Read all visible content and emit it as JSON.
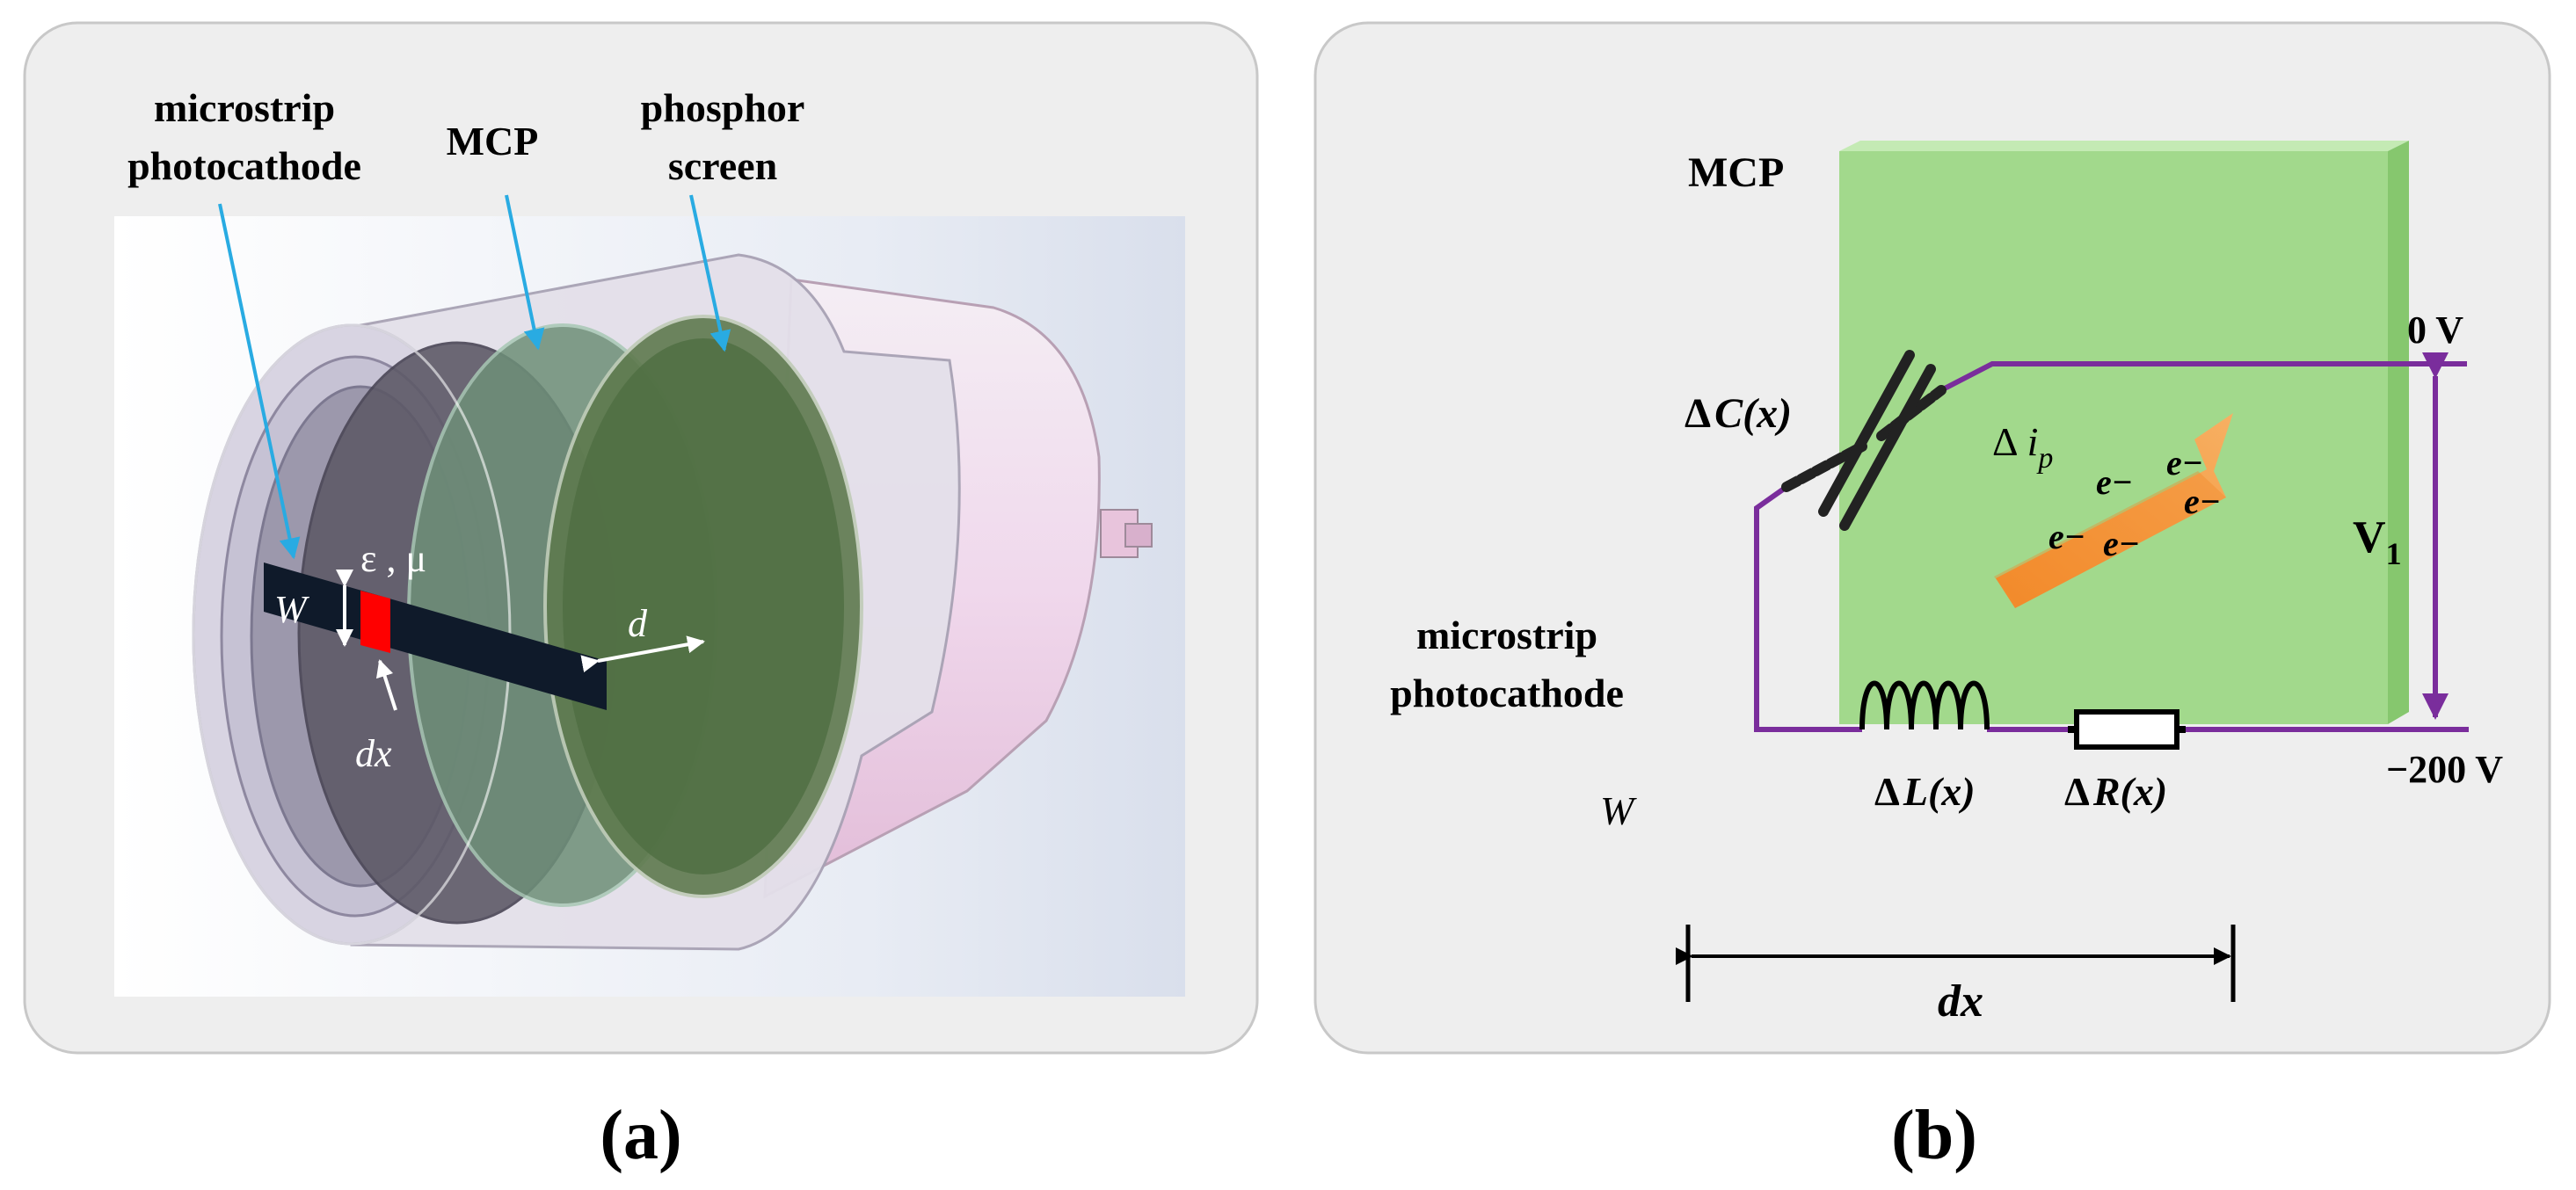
{
  "panel_a": {
    "caption": "(a)",
    "labels": {
      "microstrip_line1": "microstrip",
      "microstrip_line2": "photocathode",
      "mcp": "MCP",
      "phosphor_line1": "phosphor",
      "phosphor_line2": "screen",
      "eps_mu": "ε , μ",
      "w": "W",
      "dx": "dx",
      "d": "d"
    }
  },
  "panel_b": {
    "caption": "(b)",
    "labels": {
      "mcp": "MCP",
      "microstrip_line1": "microstrip",
      "microstrip_line2": "photocathode",
      "w": "W",
      "dc_delta": "Δ",
      "dc_symbol": "C(x)",
      "di_delta": "Δ",
      "di_base": "i",
      "di_sub": "p",
      "electron": "e−",
      "zero_v": "0 V",
      "minus200_v": "−200 V",
      "v1_base": "V",
      "v1_sub": "1",
      "dl_delta": "Δ",
      "dl_symbol": "L(x)",
      "dr_delta": "Δ",
      "dr_symbol": "R(x)",
      "dx": "dx"
    }
  },
  "colors": {
    "panel_bg": "#eeeeee",
    "panel_border": "#c8c8c8",
    "arrow_blue": "#29abe2",
    "strip": "#0f1a2a",
    "strip_segment": "#ff0000",
    "mcp_green": "#a2d98c",
    "wire_purple": "#7a2d9c",
    "electron_arrow": "#f39a3c"
  }
}
